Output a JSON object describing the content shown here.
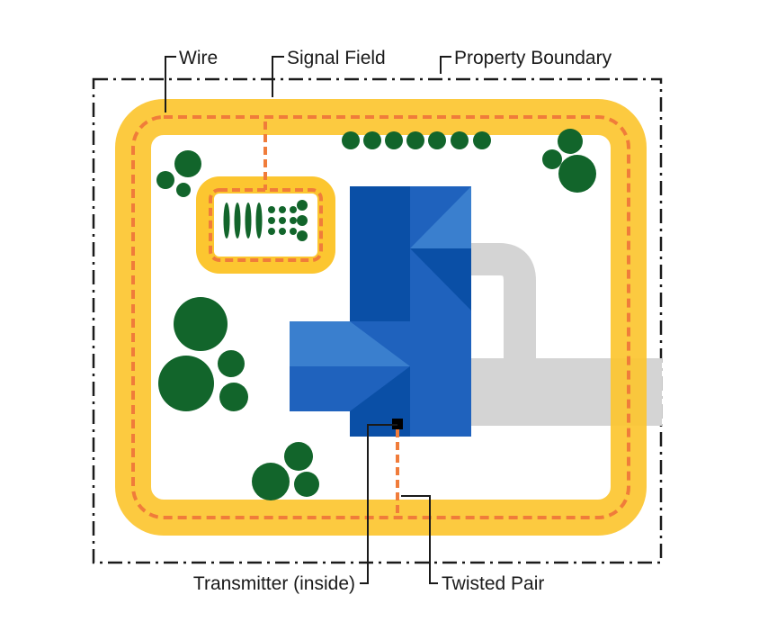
{
  "labels": {
    "wire": "Wire",
    "signal_field": "Signal Field",
    "property_boundary": "Property Boundary",
    "transmitter": "Transmitter (inside)",
    "twisted_pair": "Twisted Pair"
  },
  "colors": {
    "signal_field": "#fcc630",
    "wire": "#f07c3a",
    "house_dark": "#0a4fa6",
    "house_mid": "#1f62bd",
    "house_light": "#3a7fce",
    "driveway": "#d4d4d4",
    "tree": "#12652b",
    "boundary_line": "#1a1a1a"
  }
}
